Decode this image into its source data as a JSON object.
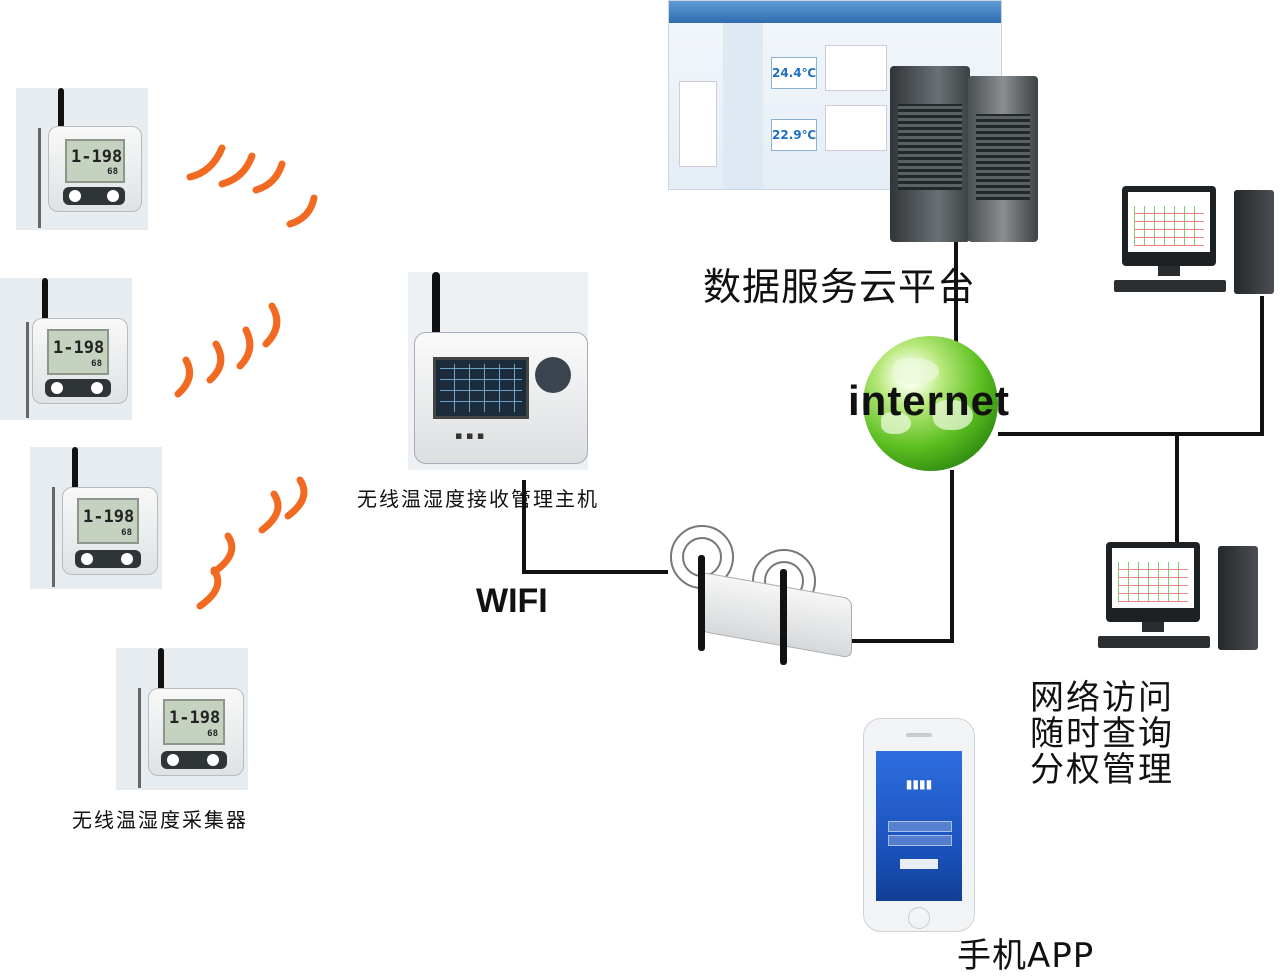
{
  "labels": {
    "sensor_caption": "无线温湿度采集器",
    "hub_caption": "无线温湿度接收管理主机",
    "wifi": "WIFI",
    "cloud": "数据服务云平台",
    "internet": "internet",
    "access_line1": "网络访问",
    "access_line2": "随时查询",
    "access_line3": "分权管理",
    "mobile_app": "手机APP"
  },
  "sensor_display": {
    "reading": "1-198",
    "secondary": "68"
  },
  "dashboard": {
    "temp1": "24.4℃",
    "temp2": "22.9℃"
  },
  "colors": {
    "wireless_wave": "#f26a21",
    "link_line": "#111111",
    "globe": "#5cbf21",
    "app_screen": "#2e6ee0"
  }
}
